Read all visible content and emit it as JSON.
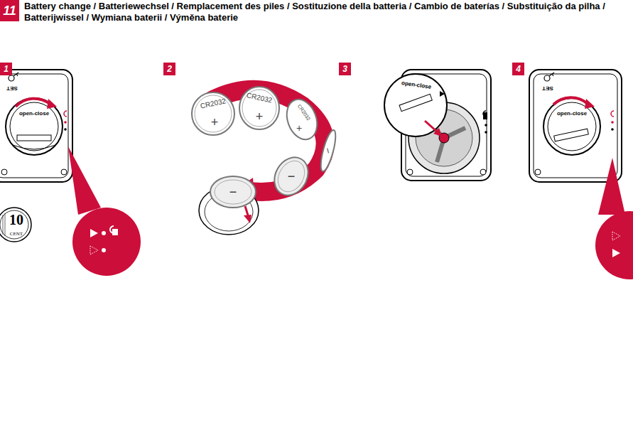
{
  "diagram": {
    "title": "Battery change / Batteriewechsel / Remplacement des piles / Sostituzione della batteria / Cambio de baterías / Substituição da pilha / Batterijwissel / Wymiana baterii / Výměna baterie",
    "nodes": [
      {
        "text": [
          "11"
        ]
      },
      {
        "text": [
          "1"
        ]
      },
      {
        "text": [
          "2"
        ]
      },
      {
        "text": [
          "3"
        ]
      },
      {
        "text": [
          "4"
        ]
      }
    ],
    "labels": [
      "SET",
      "open-close",
      "10",
      "CENT",
      "CR2032",
      "+",
      "CR2032",
      "+",
      "CR2032",
      "+",
      "−",
      "−",
      "−",
      "open-close",
      "SET",
      "open-close"
    ]
  }
}
